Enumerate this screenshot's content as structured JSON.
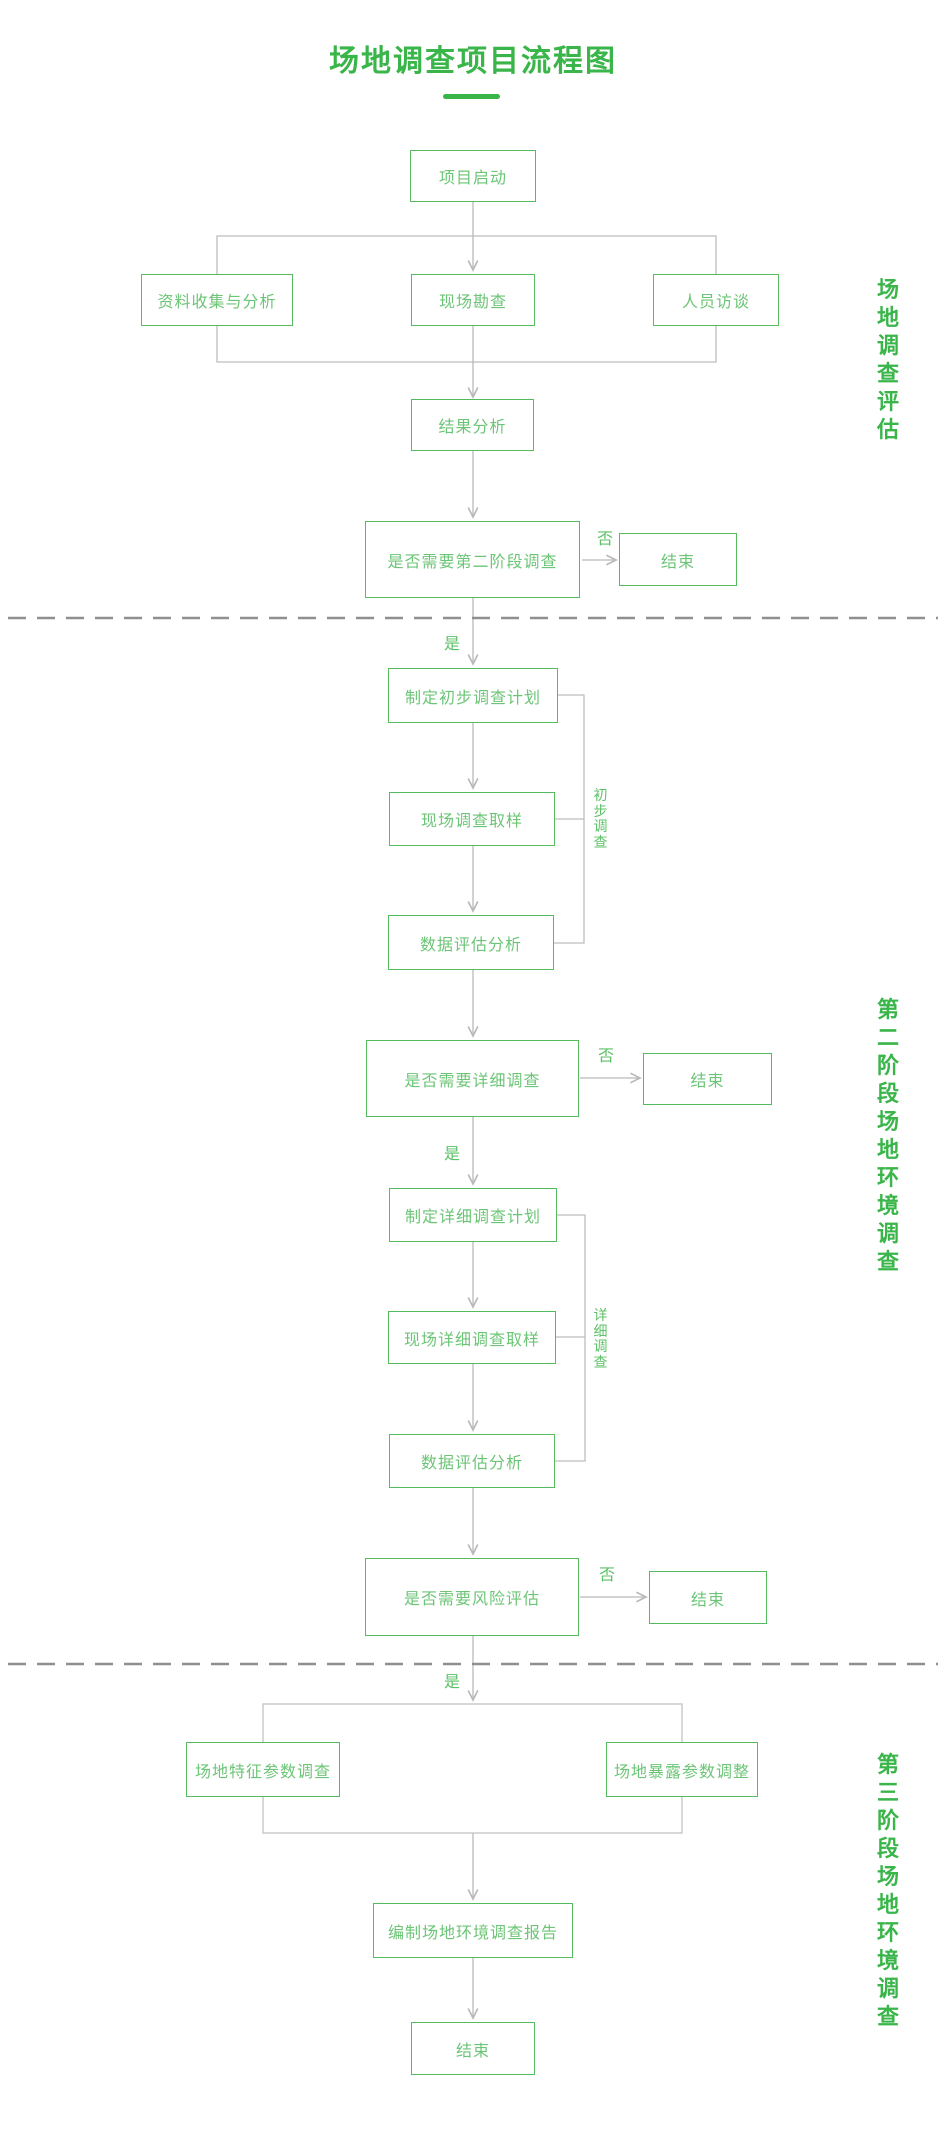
{
  "title": "场地调查项目流程图",
  "nodes": {
    "start": "项目启动",
    "data_collection": "资料收集与分析",
    "site_survey": "现场勘查",
    "interviews": "人员访谈",
    "result_analysis": "结果分析",
    "need_phase2": "是否需要第二阶段调查",
    "end1": "结束",
    "prelim_plan": "制定初步调查计划",
    "prelim_sampling": "现场调查取样",
    "prelim_data_eval": "数据评估分析",
    "need_detailed": "是否需要详细调查",
    "end2": "结束",
    "detailed_plan": "制定详细调查计划",
    "detailed_sampling": "现场详细调查取样",
    "detailed_data_eval": "数据评估分析",
    "need_risk": "是否需要风险评估",
    "end3": "结束",
    "site_param": "场地特征参数调查",
    "exposure_param": "场地暴露参数调整",
    "report": "编制场地环境调查报告",
    "end_final": "结束"
  },
  "edge_labels": {
    "yes": "是",
    "no": "否"
  },
  "brackets": {
    "prelim": "初步调查",
    "detailed": "详细调查"
  },
  "sections": {
    "phase1": "场地调查评估",
    "phase2": "第二阶段场地环境调查",
    "phase3": "第三阶段场地环境调查"
  },
  "colors": {
    "accent_green": "#3ab54a",
    "box_border_green": "#54bb5e",
    "box_text_green": "#6cc576",
    "edge_label_green": "#5dc167",
    "connector_gray": "#b9b9b9",
    "dashed_gray": "#8f8f8f",
    "background": "#ffffff"
  }
}
